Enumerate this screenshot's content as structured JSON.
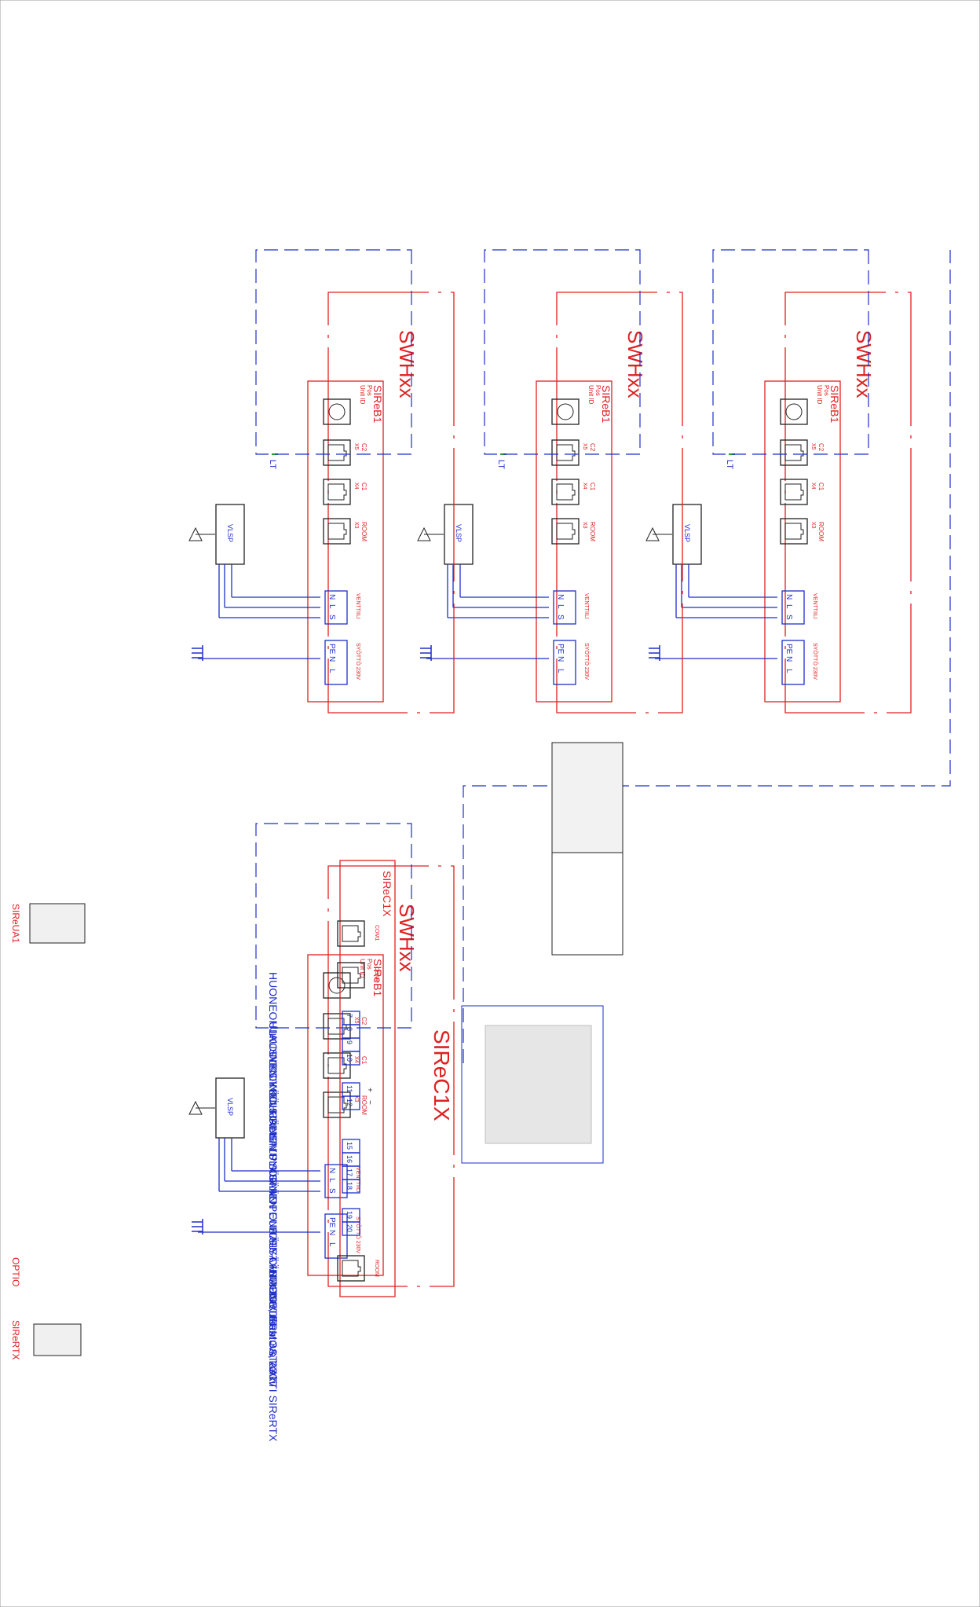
{
  "colors": {
    "red": "#e02020",
    "blue": "#1e2fc8",
    "green": "#2aa02a",
    "black": "#222222",
    "light_gray": "#bdbdbd"
  },
  "units": [
    {
      "name": "SWHxx",
      "board": "SIReB1",
      "board_sub": "Unit ID",
      "board_sub2": "Pos",
      "ports": [
        "C2",
        "C1",
        "ROOM"
      ],
      "port_codes": [
        "X5",
        "X4",
        "X3"
      ],
      "ventil_label": "VENTTIILI",
      "ventil_pins": [
        "N",
        "L",
        "S"
      ],
      "supply_label": "SYÖTTÖ 230V",
      "supply_pins": [
        "PE",
        "N",
        "L"
      ],
      "valve_label": "VLSP",
      "lt_label": "LT"
    },
    {
      "name": "SWHxx",
      "board": "SIReB1",
      "board_sub": "Unit ID",
      "board_sub2": "Pos",
      "ports": [
        "C2",
        "C1",
        "ROOM"
      ],
      "port_codes": [
        "X5",
        "X4",
        "X3"
      ],
      "ventil_label": "VENTTIILI",
      "ventil_pins": [
        "N",
        "L",
        "S"
      ],
      "supply_label": "SYÖTTÖ 230V",
      "supply_pins": [
        "PE",
        "N",
        "L"
      ],
      "valve_label": "VLSP",
      "lt_label": "LT"
    },
    {
      "name": "SWHxx",
      "board": "SIReB1",
      "board_sub": "Unit ID",
      "board_sub2": "Pos",
      "ports": [
        "C2",
        "C1",
        "ROOM"
      ],
      "port_codes": [
        "X5",
        "X4",
        "X3"
      ],
      "ventil_label": "VENTTIILI",
      "ventil_pins": [
        "N",
        "L",
        "S"
      ],
      "supply_label": "SYÖTTÖ 230V",
      "supply_pins": [
        "PE",
        "N",
        "L"
      ],
      "valve_label": "VLSP",
      "lt_label": "LT"
    },
    {
      "name": "SWHxx",
      "board": "SIReB1",
      "board_sub": "Unit ID",
      "board_sub2": "Pos",
      "ports": [
        "C2",
        "C1",
        "ROOM"
      ],
      "port_codes": [
        "X5",
        "X4",
        "X3"
      ],
      "ventil_label": "VENTTIILI",
      "ventil_pins": [
        "N",
        "L",
        "S"
      ],
      "supply_label": "SYÖTTÖ 230V",
      "supply_pins": [
        "PE",
        "N",
        "L"
      ],
      "valve_label": "VLSP",
      "lt_label": "LT"
    }
  ],
  "controller": {
    "name": "SIReC1X",
    "board": "SIReC1X",
    "port_com1": "COM1",
    "port_com2": "COM2",
    "port_room": "ROOM",
    "lt_label": "LT",
    "terminals_a": [
      "7",
      "8",
      "9",
      "10"
    ],
    "terminals_b": [
      "11",
      "12"
    ],
    "terminals_c": [
      "15",
      "16",
      "17",
      "18"
    ],
    "terminals_d": [
      "19",
      "20"
    ],
    "plus": "+",
    "minus": "−",
    "functions": [
      "HUONEOHJAUSYKSIKKÖ SIReUA1",
      "ULKOINEN YÖOHJAUS",
      "ULKOINEN HÄLYTYS SISÄÄN",
      "ULKOINEN PYÖR.NOPEUS SISÄÄN 0-10VDC",
      "ULKOINEN ON/OFF-OHJAUS sulkeutuva kärki",
      "HÄLYTYSTIETO, max. 3A, 230V",
      "HUONETERMOSTAATTI SIReRTX"
    ],
    "accessory_1": "SIReUA1",
    "accessory_2": "SIReRTX",
    "optio": "OPTIO",
    "device_label": "SIReB1"
  }
}
